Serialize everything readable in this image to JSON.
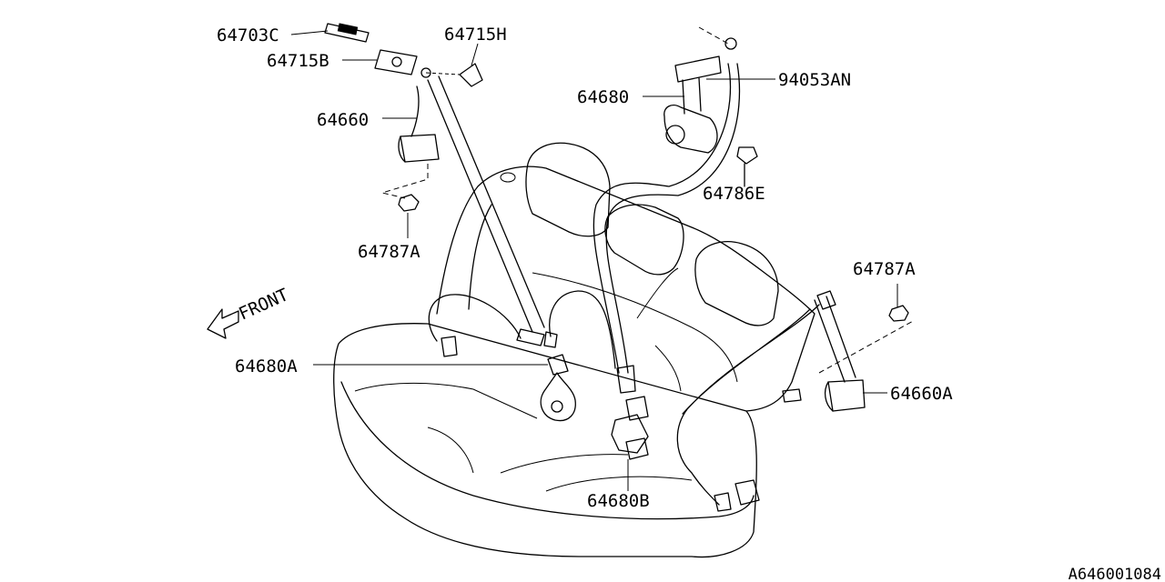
{
  "labels": {
    "p64703C": "64703C",
    "p64715H": "64715H",
    "p64715B": "64715B",
    "p64660": "64660",
    "p64787A_left": "64787A",
    "p64680": "64680",
    "p94053AN": "94053AN",
    "p64786E": "64786E",
    "p64787A_right": "64787A",
    "p64660A": "64660A",
    "p64680A": "64680A",
    "p64680B": "64680B"
  },
  "front_label": "FRONT",
  "diagram_code": "A646001084"
}
